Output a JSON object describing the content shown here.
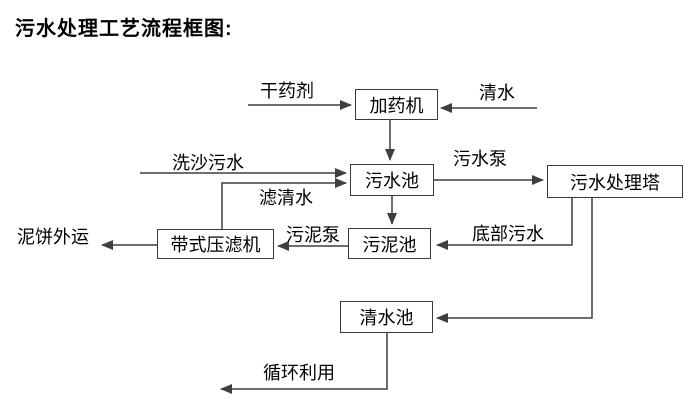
{
  "title": "污水处理工艺流程框图:",
  "nodes": {
    "dosing_machine": "加药机",
    "sewage_pool": "污水池",
    "treatment_tower": "污水处理塔",
    "belt_filter_press": "带式压滤机",
    "sludge_pool": "污泥池",
    "clean_water_pool": "清水池"
  },
  "edge_labels": {
    "dry_agent": "干药剂",
    "clean_water": "清水",
    "sand_washing_sewage": "洗沙污水",
    "sewage_pump": "污水泵",
    "filtered_water": "滤清水",
    "sludge_pump": "污泥泵",
    "bottom_sewage": "底部污水",
    "mud_cake_out": "泥饼外运",
    "recycle_use": "循环利用"
  },
  "colors": {
    "line": "#3f3f3f",
    "text": "#000000",
    "background": "#ffffff"
  }
}
